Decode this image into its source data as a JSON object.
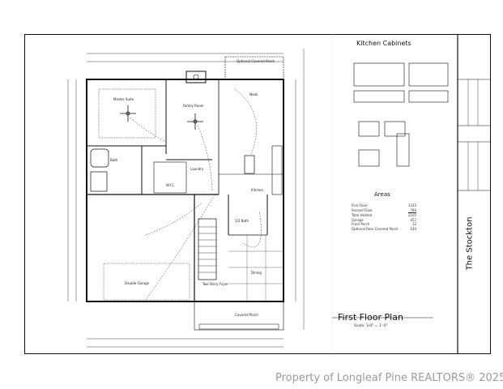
{
  "plan": {
    "title": "First Floor Plan",
    "scale": "Scale: 1/4\" = 1'-0\"",
    "house_name": "The Stockton",
    "rooms": {
      "master_suite": "Master Suite",
      "family_room": "Family Room",
      "nook": "Nook",
      "kitchen": "Kitchen",
      "laundry": "Laundry",
      "wic": "W.I.C.",
      "bath": "Bath",
      "half_bath": "1/2 Bath",
      "double_garage": "Double Garage",
      "dining": "Dining",
      "foyer": "Two-Story Foyer",
      "covered_porch": "Covered Porch",
      "optional_porch": "Optional Covered Porch"
    }
  },
  "kitchen_cabinets": {
    "title": "Kitchen Cabinets"
  },
  "areas": {
    "title": "Areas",
    "rows": [
      {
        "label": "First Floor",
        "value": "1335"
      },
      {
        "label": "Second Floor",
        "value": "766"
      },
      {
        "label": "Total Heated",
        "value": "2105"
      },
      {
        "label": "Garage",
        "value": "457"
      },
      {
        "label": "Front Porch",
        "value": "12"
      },
      {
        "label": "Optional Rear Covered Porch",
        "value": "144"
      }
    ]
  },
  "watermark": "Property of Longleaf Pine REALTORS® 2025"
}
